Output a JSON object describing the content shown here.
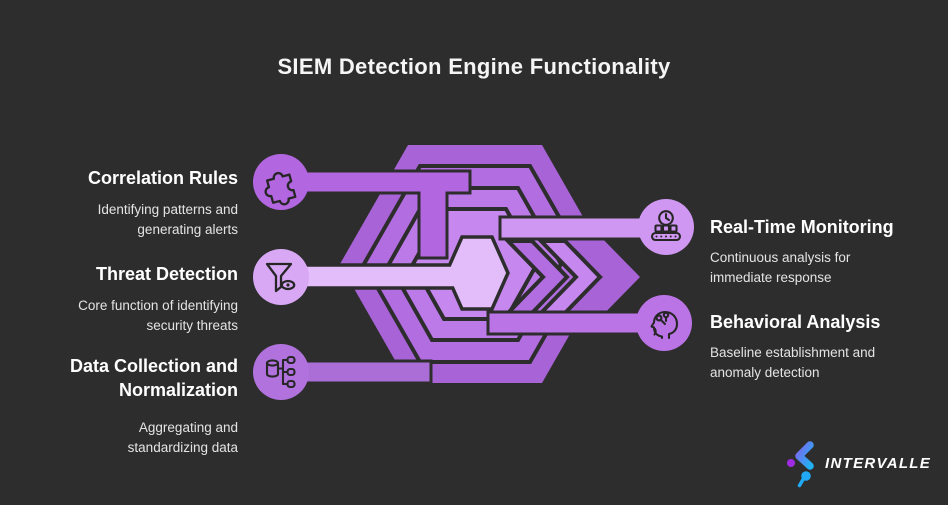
{
  "title": "SIEM Detection Engine Functionality",
  "left_items": [
    {
      "title": "Correlation Rules",
      "desc": "Identifying patterns and\ngenerating alerts",
      "icon": "puzzle-icon"
    },
    {
      "title": "Threat Detection",
      "desc": "Core function of identifying\nsecurity threats",
      "icon": "filter-eye-icon"
    },
    {
      "title": "Data Collection and\nNormalization",
      "desc": "Aggregating and\nstandardizing data",
      "icon": "database-icon"
    }
  ],
  "right_items": [
    {
      "title": "Real-Time Monitoring",
      "desc": "Continuous analysis for\nimmediate response",
      "icon": "conveyor-clock-icon"
    },
    {
      "title": "Behavioral Analysis",
      "desc": "Baseline establishment and\nanomaly detection",
      "icon": "head-circuit-icon"
    }
  ],
  "logo": {
    "text": "INTERVALLE"
  },
  "colors": {
    "background": "#2d2d2d",
    "title_text": "#f5f5f5",
    "node_correlation": "#b266e0",
    "node_threat": "#d8a8f4",
    "node_data": "#b172dd",
    "node_realtime": "#cf97f2",
    "node_behavioral": "#bb74e6",
    "hex_outer": "#a863d7",
    "hex_ring1": "#b26de0",
    "hex_ring2": "#bc7ae8",
    "hex_ring3": "#c687ee",
    "hex_center": "#e2bdf9",
    "icon_stroke": "#262626",
    "logo_blue": "#21a9f4",
    "logo_purple": "#a02ce2"
  }
}
